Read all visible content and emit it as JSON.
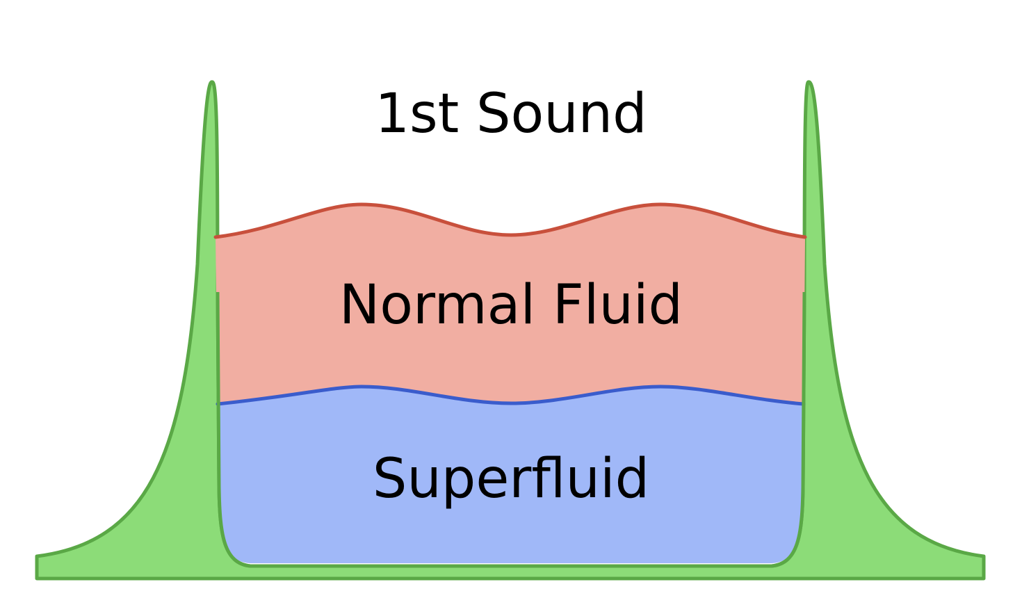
{
  "title": "1st Sound",
  "layers": {
    "normal_fluid": {
      "label": "Normal Fluid",
      "fill": "#f1aea2",
      "line": "#c8503c"
    },
    "superfluid": {
      "label": "Superfluid",
      "fill": "#a0b8f8",
      "line": "#3a5ccc"
    }
  },
  "container": {
    "fill": "#8cdc78",
    "line": "#5aa846"
  }
}
